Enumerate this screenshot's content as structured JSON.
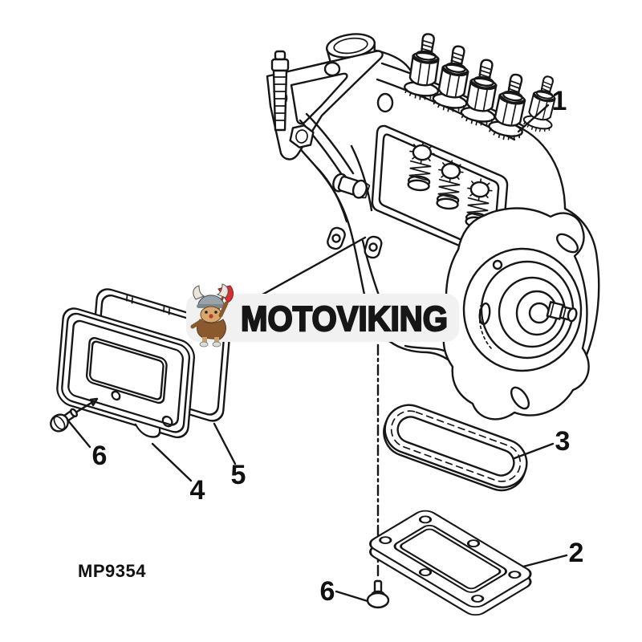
{
  "background_color": "#ffffff",
  "line_color": "#161616",
  "figure_code": "MP9354",
  "watermark": {
    "text": "MOTOVIKING",
    "pill_color": "#f1f1f1",
    "text_color": "#161616",
    "logo": "viking-mascot"
  },
  "callouts": [
    {
      "label": "1"
    },
    {
      "label": "2"
    },
    {
      "label": "3"
    },
    {
      "label": "4"
    },
    {
      "label": "5"
    },
    {
      "label": "6"
    },
    {
      "label": "6"
    }
  ]
}
